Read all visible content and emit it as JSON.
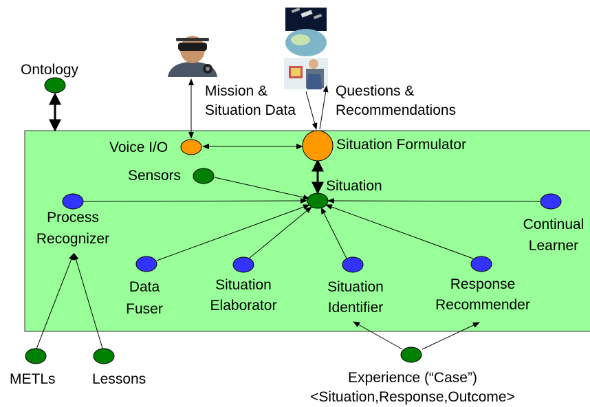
{
  "colors": {
    "panel_fill": "#99ff99",
    "panel_stroke": "#333333",
    "node_green": "#008000",
    "node_blue": "#3333ff",
    "node_orange": "#ff9900",
    "node_outline": "#000000",
    "line": "#000000"
  },
  "icons": {
    "operator": "operator-with-headset-icon",
    "analyst": "analyst-with-satellite-icon"
  },
  "labels": {
    "ontology": "Ontology",
    "mission_1": "Mission &",
    "mission_2": "Situation Data",
    "questions_1": "Questions &",
    "questions_2": "Recommendations",
    "voice_io": "Voice I/O",
    "situation_formulator": "Situation Formulator",
    "sensors": "Sensors",
    "situation": "Situation",
    "process_1": "Process",
    "process_2": "Recognizer",
    "continual_1": "Continual",
    "continual_2": "Learner",
    "data_fuser_1": "Data",
    "data_fuser_2": "Fuser",
    "elaborator_1": "Situation",
    "elaborator_2": "Elaborator",
    "identifier_1": "Situation",
    "identifier_2": "Identifier",
    "recommender_1": "Response",
    "recommender_2": "Recommender",
    "metls": "METLs",
    "lessons": "Lessons",
    "experience_1": "Experience (“Case”)",
    "experience_2": "<Situation,Response,Outcome>"
  }
}
